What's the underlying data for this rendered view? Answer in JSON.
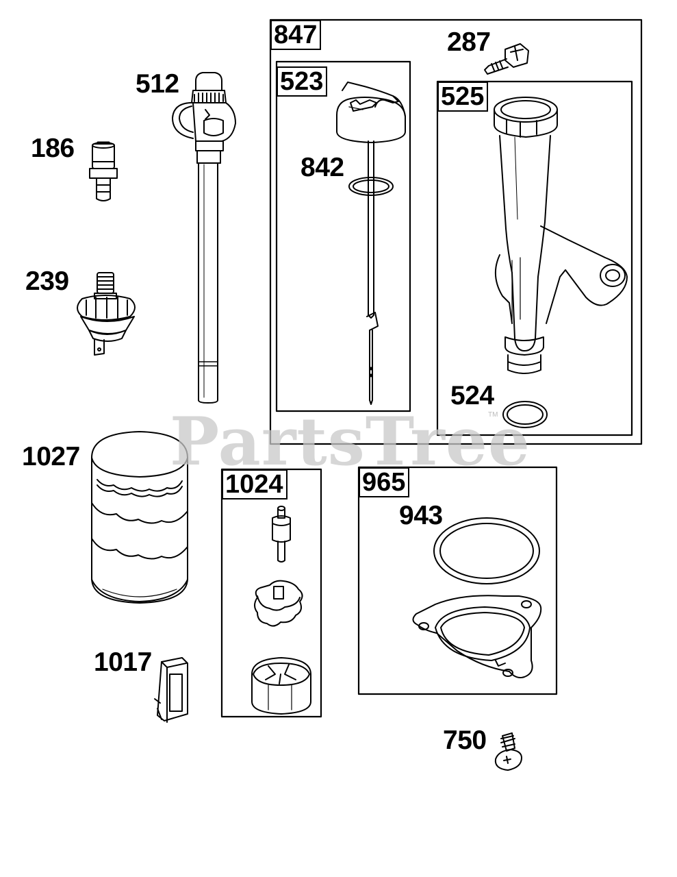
{
  "watermark": {
    "text": "PartsTree",
    "tm": "TM"
  },
  "labels": {
    "p847": "847",
    "p287": "287",
    "p512": "512",
    "p523": "523",
    "p525": "525",
    "p186": "186",
    "p842": "842",
    "p239": "239",
    "p524": "524",
    "p1027": "1027",
    "p1024": "1024",
    "p965": "965",
    "p943": "943",
    "p1017": "1017",
    "p750": "750"
  },
  "colors": {
    "line": "#000000",
    "watermark": "#c9c9c9",
    "background": "#ffffff"
  }
}
